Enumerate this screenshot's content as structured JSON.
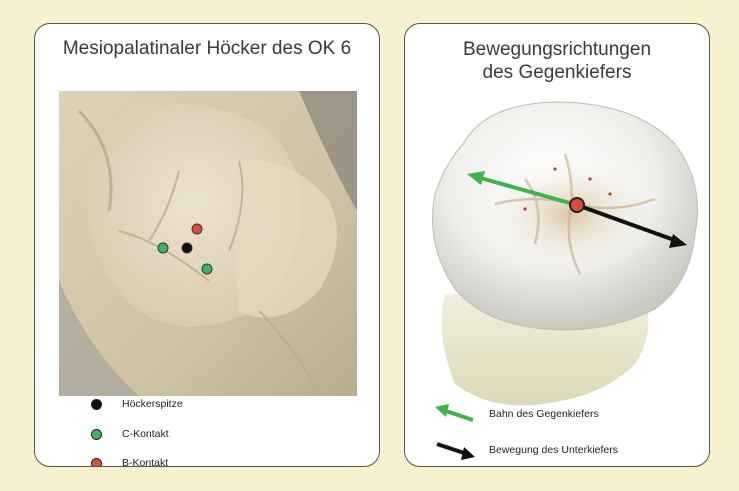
{
  "left_panel": {
    "title": "Mesiopalatinaler Höcker des OK 6",
    "legend": [
      {
        "label": "Höckerspitze",
        "color": "#111111"
      },
      {
        "label": "C-Kontakt",
        "color": "#39b36b"
      },
      {
        "label": "B-Kontakt",
        "color": "#e04a3a"
      }
    ]
  },
  "right_panel": {
    "title_line1": "Bewegungsrichtungen",
    "title_line2": "des Gegenkiefers",
    "legend": [
      {
        "label": "Bahn des Gegenkiefers",
        "color": "#3cb44b",
        "icon": "green-arrow-icon"
      },
      {
        "label": "Bewegung des Unterkiefers",
        "color": "#111111",
        "icon": "black-arrow-icon"
      }
    ]
  },
  "colors": {
    "background": "#f7f1cf",
    "contact_black": "#111111",
    "contact_green": "#39b36b",
    "contact_red": "#e04a3a",
    "arrow_green": "#3cb44b",
    "arrow_black": "#111111"
  }
}
